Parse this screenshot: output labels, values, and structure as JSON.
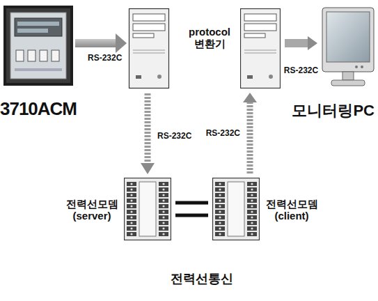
{
  "diagram": {
    "nodes": [
      {
        "text": [
          "3710ACM"
        ]
      },
      {
        "text": [
          "protocol 변환기"
        ]
      },
      {
        "text": [
          "모니터링PC"
        ]
      },
      {
        "text": [
          "전력선모뎀 (server)"
        ]
      },
      {
        "text": [
          "전력선모뎀 (client)"
        ]
      }
    ],
    "edges": [
      {
        "from": 4,
        "to": 1,
        "arrow": "to",
        "label": "RS-232C"
      },
      {
        "from": 1,
        "to": 2,
        "arrow": "to",
        "label": "RS-232C"
      },
      {
        "from": 3,
        "to": 4,
        "arrow": "none"
      }
    ],
    "labels": [
      "RS-232C",
      "RS-232C",
      "전력선통신"
    ]
  }
}
